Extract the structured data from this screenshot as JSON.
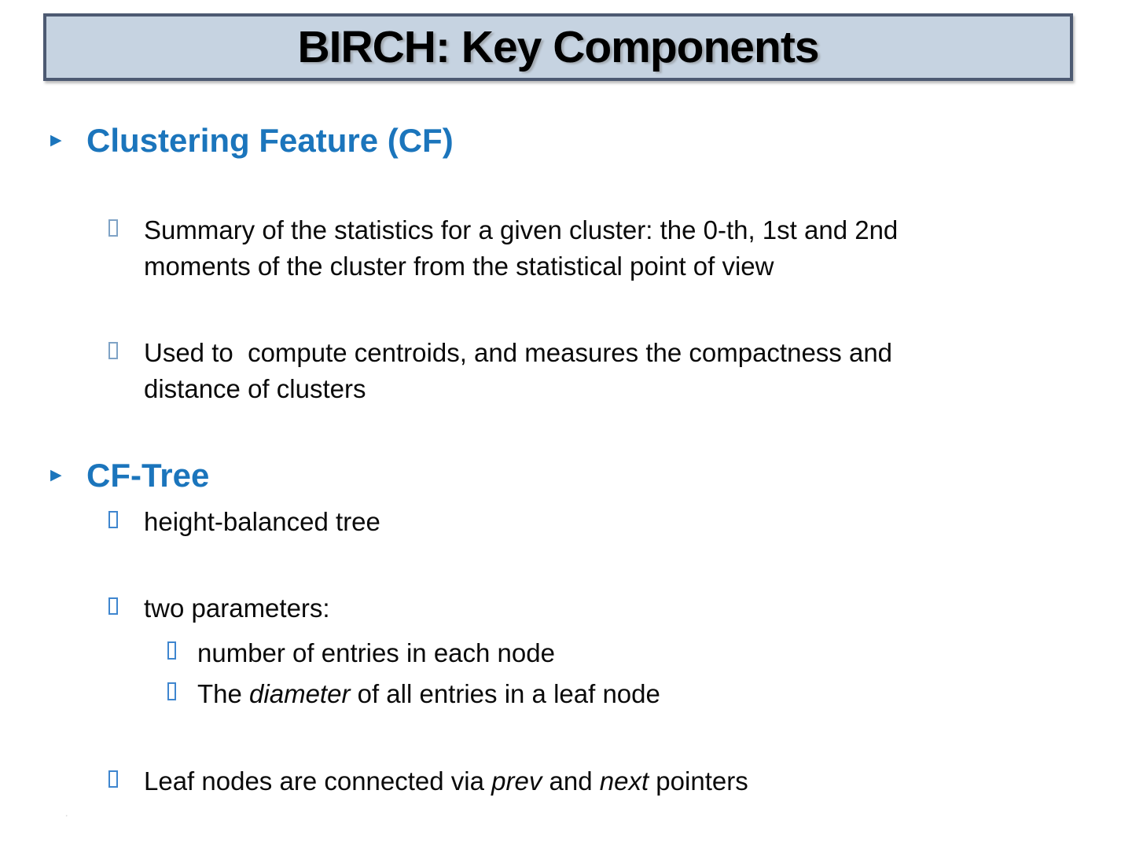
{
  "colors": {
    "accent": "#1b75bc",
    "title-bg": "#c6d3e1",
    "title-border": "#4d5a72",
    "tofu-muted": "#7fa3c6",
    "tofu-bright": "#3f86cf"
  },
  "markers": {
    "triangle": "▶"
  },
  "title_bar": {
    "title": "BIRCH: Key Components"
  },
  "sections": {
    "cf": {
      "heading": "Clustering Feature (CF)",
      "summary": [
        "Summary of the statistics for a given cluster: the 0-th, 1st and 2nd",
        "moments of the cluster from the statistical point of view"
      ],
      "usage": [
        "Used to  compute centroids, and measures the compactness and",
        "distance of clusters"
      ]
    },
    "cftree": {
      "heading": "CF-Tree",
      "height_balanced": "height-balanced tree",
      "two_parameters": "two parameters:",
      "param_count": "number of entries in each node",
      "param_diameter": {
        "pre": "The ",
        "em": "diameter",
        "post": " of all entries in a leaf node"
      },
      "leaf_pointers": {
        "pre": "Leaf nodes are connected via ",
        "em1": "prev",
        "mid": " and ",
        "em2": "next",
        "post": " pointers"
      }
    }
  },
  "footer": {
    "mark": "·"
  }
}
